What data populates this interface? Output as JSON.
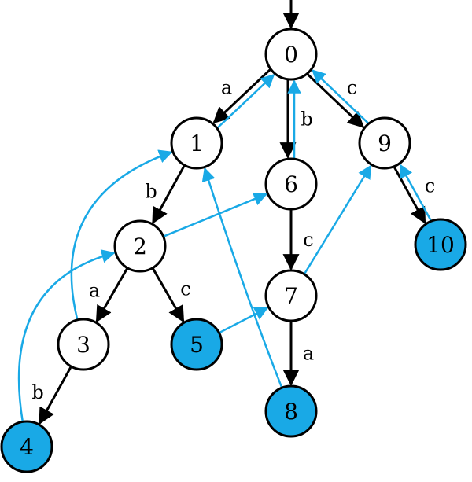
{
  "colors": {
    "tree_edge": "#000000",
    "suffix_link": "#19a9e6",
    "accept_fill": "#19a9e6",
    "node_fill": "#ffffff",
    "node_stroke": "#000000"
  },
  "nodes": [
    {
      "id": "0",
      "label": "0",
      "accepting": false
    },
    {
      "id": "1",
      "label": "1",
      "accepting": false
    },
    {
      "id": "2",
      "label": "2",
      "accepting": false
    },
    {
      "id": "3",
      "label": "3",
      "accepting": false
    },
    {
      "id": "4",
      "label": "4",
      "accepting": true
    },
    {
      "id": "5",
      "label": "5",
      "accepting": true
    },
    {
      "id": "6",
      "label": "6",
      "accepting": false
    },
    {
      "id": "7",
      "label": "7",
      "accepting": false
    },
    {
      "id": "8",
      "label": "8",
      "accepting": true
    },
    {
      "id": "9",
      "label": "9",
      "accepting": false
    },
    {
      "id": "10",
      "label": "10",
      "accepting": true
    }
  ],
  "tree_edges": [
    {
      "from": "0",
      "to": "1",
      "label": "a"
    },
    {
      "from": "0",
      "to": "6",
      "label": "b"
    },
    {
      "from": "0",
      "to": "9",
      "label": "c"
    },
    {
      "from": "1",
      "to": "2",
      "label": "b"
    },
    {
      "from": "2",
      "to": "3",
      "label": "a"
    },
    {
      "from": "2",
      "to": "5",
      "label": "c"
    },
    {
      "from": "3",
      "to": "4",
      "label": "b"
    },
    {
      "from": "6",
      "to": "7",
      "label": "c"
    },
    {
      "from": "7",
      "to": "8",
      "label": "a"
    },
    {
      "from": "9",
      "to": "10",
      "label": "c"
    }
  ],
  "suffix_links": [
    {
      "from": "1",
      "to": "0"
    },
    {
      "from": "6",
      "to": "0"
    },
    {
      "from": "9",
      "to": "0"
    },
    {
      "from": "2",
      "to": "6"
    },
    {
      "from": "3",
      "to": "1"
    },
    {
      "from": "4",
      "to": "2"
    },
    {
      "from": "5",
      "to": "7"
    },
    {
      "from": "7",
      "to": "9"
    },
    {
      "from": "8",
      "to": "1"
    },
    {
      "from": "10",
      "to": "9"
    }
  ]
}
